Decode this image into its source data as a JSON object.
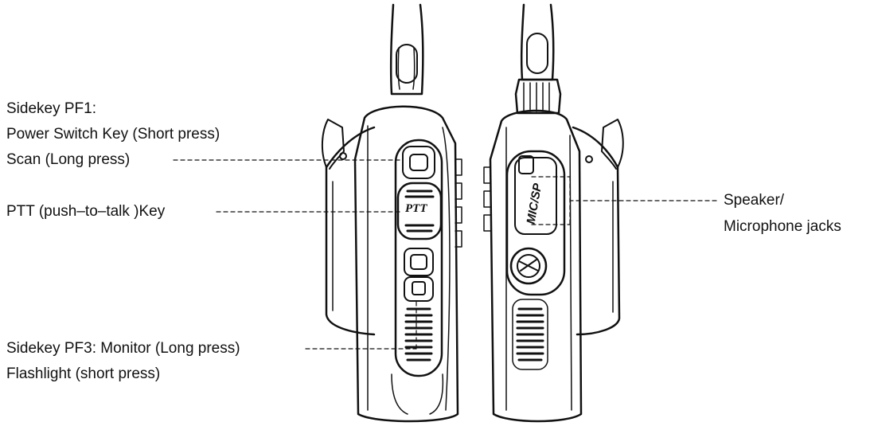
{
  "labels": {
    "pf1_title": "Sidekey PF1:",
    "pf1_short": "Power Switch Key (Short press)",
    "pf1_long": "Scan (Long press)",
    "ptt": "PTT (push–to–talk )Key",
    "pf3_line1": "Sidekey PF3: Monitor (Long press)",
    "pf3_line2": "Flashlight (short press)",
    "jack_line1": "Speaker/",
    "jack_line2": "Microphone jacks"
  },
  "device_markings": {
    "ptt_button": "PTT",
    "jack_cover": "MIC/SP"
  },
  "colors": {
    "line": "#111111",
    "background": "#ffffff"
  }
}
